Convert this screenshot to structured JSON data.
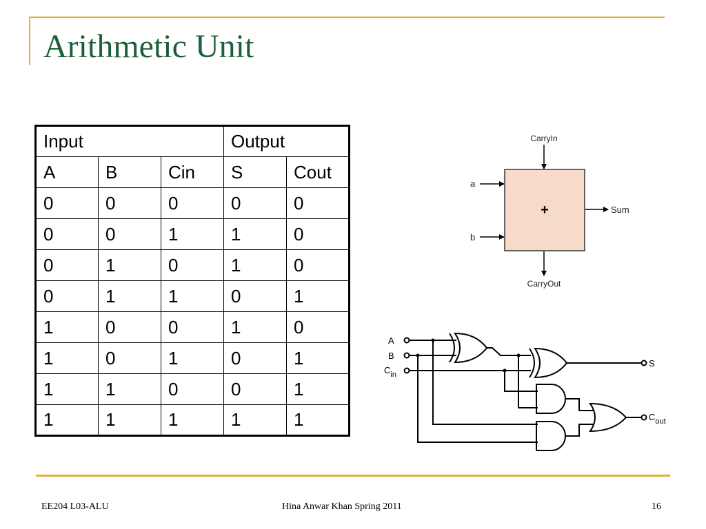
{
  "slide": {
    "title": "Arithmetic Unit",
    "footer": {
      "left": "EE204 L03-ALU",
      "center": "Hina Anwar Khan Spring 2011",
      "page_number": "16"
    }
  },
  "truth_table": {
    "group_headers": [
      "Input",
      "Output"
    ],
    "columns": [
      "A",
      "B",
      "Cin",
      "S",
      "Cout"
    ],
    "rows": [
      [
        "0",
        "0",
        "0",
        "0",
        "0"
      ],
      [
        "0",
        "0",
        "1",
        "1",
        "0"
      ],
      [
        "0",
        "1",
        "0",
        "1",
        "0"
      ],
      [
        "0",
        "1",
        "1",
        "0",
        "1"
      ],
      [
        "1",
        "0",
        "0",
        "1",
        "0"
      ],
      [
        "1",
        "0",
        "1",
        "0",
        "1"
      ],
      [
        "1",
        "1",
        "0",
        "0",
        "1"
      ],
      [
        "1",
        "1",
        "1",
        "1",
        "1"
      ]
    ]
  },
  "block_diagram": {
    "carry_in": "CarryIn",
    "carry_out": "CarryOut",
    "input_a": "a",
    "input_b": "b",
    "operator": "+",
    "output_sum": "Sum",
    "box_color": "#f6dcc8"
  },
  "circuit": {
    "input_a": "A",
    "input_b": "B",
    "input_cin_base": "C",
    "input_cin_sub": "in",
    "output_s": "S",
    "output_cout_base": "C",
    "output_cout_sub": "out"
  },
  "colors": {
    "title": "#1c5e3a",
    "accent_rule": "#e0b030"
  }
}
